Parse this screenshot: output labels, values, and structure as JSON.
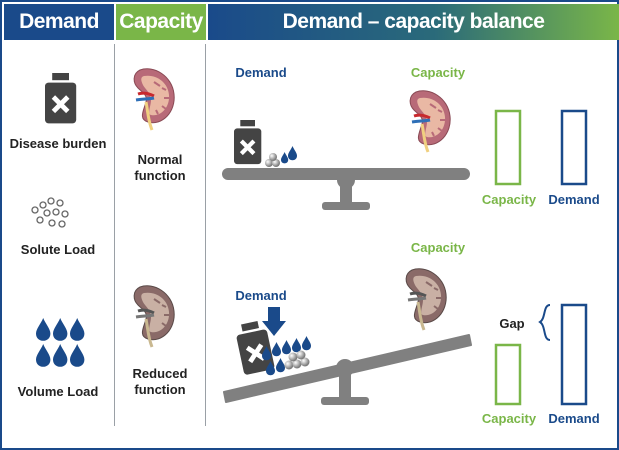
{
  "header": {
    "demand": "Demand",
    "capacity": "Capacity",
    "balance": "Demand – capacity balance"
  },
  "left_column": {
    "disease_burden": "Disease burden",
    "solute_load": "Solute Load",
    "volume_load": "Volume Load"
  },
  "capacity_column": {
    "normal": "Normal\nfunction",
    "reduced": "Reduced\nfunction"
  },
  "top_scale": {
    "demand_label": "Demand",
    "capacity_label": "Capacity",
    "bar_capacity_label": "Capacity",
    "bar_demand_label": "Demand"
  },
  "bottom_scale": {
    "demand_label": "Demand",
    "capacity_label": "Capacity",
    "gap_label": "Gap",
    "bar_capacity_label": "Capacity",
    "bar_demand_label": "Demand"
  },
  "colors": {
    "blue": "#1a4a8a",
    "green": "#7ab648",
    "gray": "#808080"
  }
}
